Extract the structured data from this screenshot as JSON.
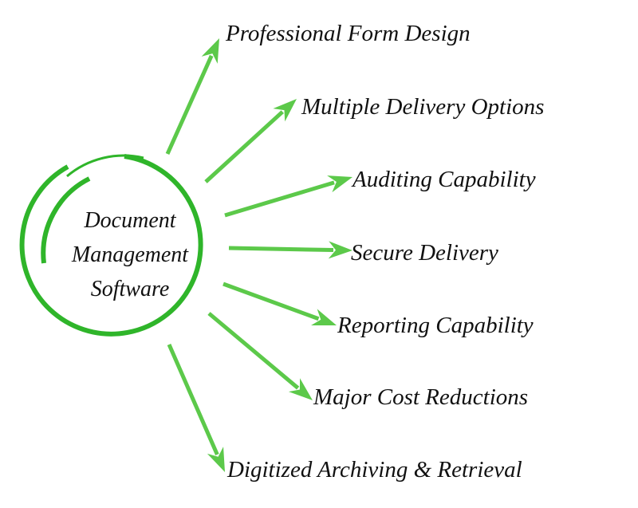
{
  "center": {
    "lines": [
      "Document",
      "Management",
      "Software"
    ]
  },
  "branches": [
    {
      "label": "Professional Form Design"
    },
    {
      "label": "Multiple Delivery Options"
    },
    {
      "label": "Auditing Capability"
    },
    {
      "label": "Secure Delivery"
    },
    {
      "label": "Reporting Capability"
    },
    {
      "label": "Major Cost Reductions"
    },
    {
      "label": "Digitized Archiving & Retrieval"
    }
  ],
  "colors": {
    "circle": "#2fb52a",
    "arrow": "#5cc94a",
    "text": "#111111"
  }
}
